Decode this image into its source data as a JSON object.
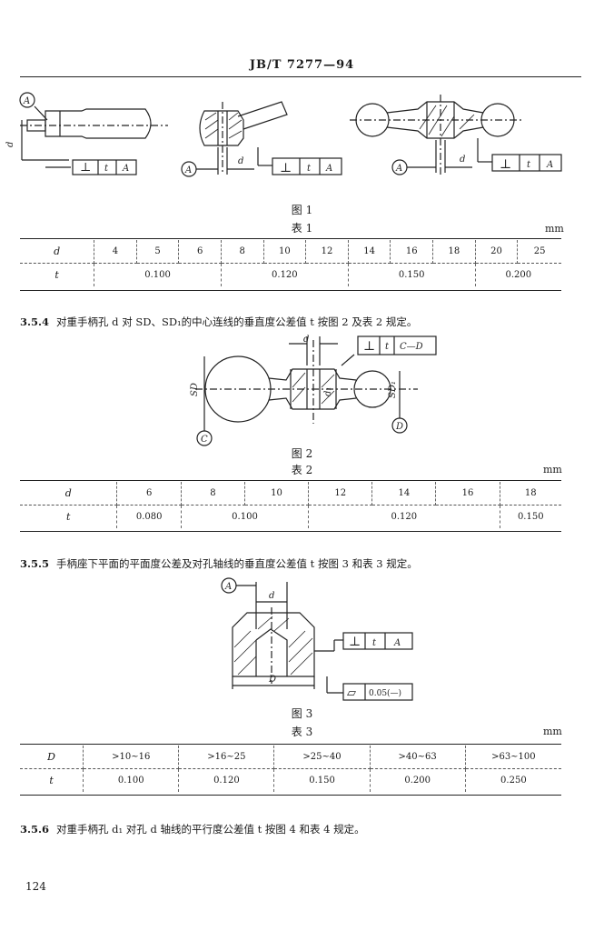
{
  "header": {
    "code": "JB/T 7277—94"
  },
  "fig1": {
    "caption": "图 1",
    "labels": {
      "datum": "A",
      "dim_d": "d",
      "symbol": "⊥",
      "t": "t",
      "ref": "A"
    }
  },
  "table1": {
    "title": "表 1",
    "unit": "mm",
    "header_label": "d",
    "row_label": "t",
    "d_values": [
      "4",
      "5",
      "6",
      "8",
      "10",
      "12",
      "14",
      "16",
      "18",
      "20",
      "25"
    ],
    "t_values": [
      "0.100",
      "0.120",
      "0.150",
      "0.200"
    ]
  },
  "para354": {
    "num": "3.5.4",
    "text": "对重手柄孔 d 对 SD、SD₁的中心连线的垂直度公差值 t 按图 2 及表 2 规定。"
  },
  "fig2": {
    "caption": "图 2",
    "labels": {
      "dim_d": "d",
      "SD": "SD",
      "SD1": "SD₁",
      "d1": "d₁",
      "datum_C": "C",
      "datum_D": "D",
      "symbol": "⊥",
      "t": "t",
      "ref": "C—D"
    }
  },
  "table2": {
    "title": "表 2",
    "unit": "mm",
    "header_label": "d",
    "row_label": "t",
    "d_values": [
      "6",
      "8",
      "10",
      "12",
      "14",
      "16",
      "18"
    ],
    "t_values": [
      "0.080",
      "0.100",
      "0.120",
      "0.150"
    ]
  },
  "para355": {
    "num": "3.5.5",
    "text": "手柄座下平面的平面度公差及对孔轴线的垂直度公差值 t 按图 3 和表 3 规定。"
  },
  "fig3": {
    "caption": "图 3",
    "labels": {
      "datum": "A",
      "dim_d": "d",
      "dim_D": "D",
      "symbol": "⊥",
      "t": "t",
      "ref": "A",
      "flat_tol": "0.05(—)"
    }
  },
  "table3": {
    "title": "表 3",
    "unit": "mm",
    "header_label": "D",
    "row_label": "t",
    "D_values": [
      ">10~16",
      ">16~25",
      ">25~40",
      ">40~63",
      ">63~100"
    ],
    "t_values": [
      "0.100",
      "0.120",
      "0.150",
      "0.200",
      "0.250"
    ]
  },
  "para356": {
    "num": "3.5.6",
    "text": "对重手柄孔 d₁ 对孔 d 轴线的平行度公差值 t 按图 4 和表 4 规定。"
  },
  "page_number": "124"
}
